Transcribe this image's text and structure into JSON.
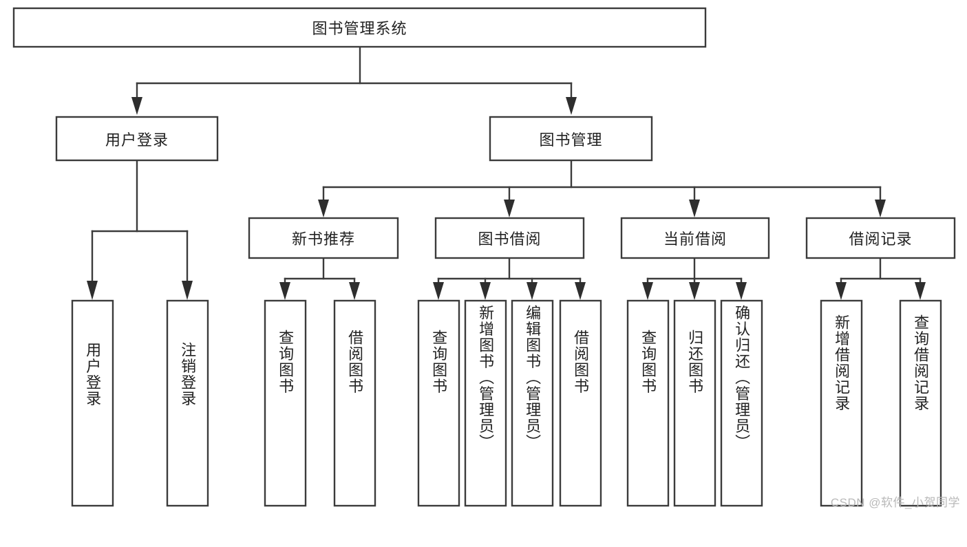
{
  "diagram": {
    "type": "tree",
    "title": "图书管理系统",
    "watermark": "CSDN @软件_小贺同学",
    "colors": {
      "box_stroke": "#3b3b3b",
      "box_fill": "#ffffff",
      "connector": "#3b3b3b",
      "text": "#222222",
      "watermark": "#b9b9b9"
    },
    "nodes": {
      "root": "图书管理系统",
      "level1": [
        "用户登录",
        "图书管理"
      ],
      "level2_book_mgmt": [
        "新书推荐",
        "图书借阅",
        "当前借阅",
        "借阅记录"
      ],
      "leaves_user_login": [
        "用户登录",
        "注销登录"
      ],
      "leaves_new_book": [
        "查询图书",
        "借阅图书"
      ],
      "leaves_borrow": [
        "查询图书",
        "新增图书（管理员）",
        "编辑图书（管理员）",
        "借阅图书"
      ],
      "leaves_current": [
        "查询图书",
        "归还图书",
        "确认归还（管理员）"
      ],
      "leaves_record": [
        "新增借阅记录",
        "查询借阅记录"
      ]
    }
  }
}
